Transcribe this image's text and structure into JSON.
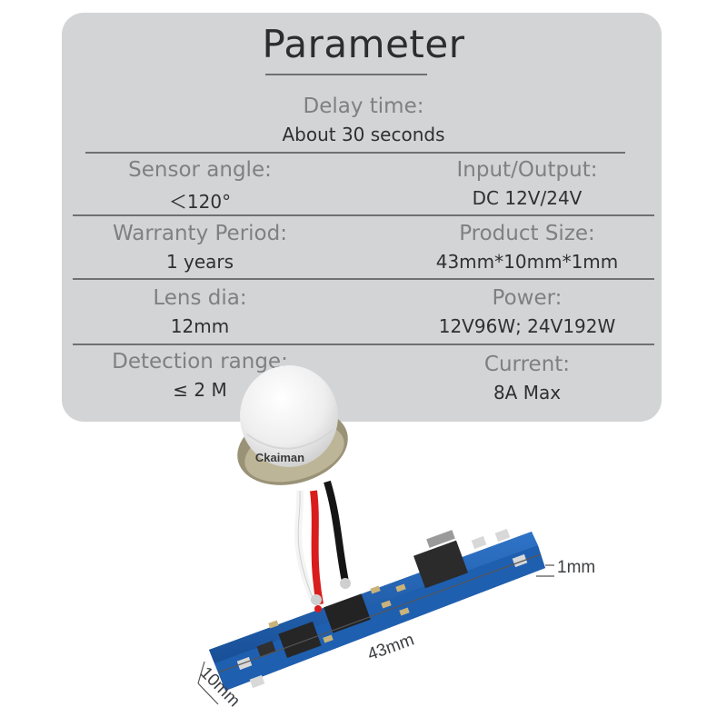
{
  "title": "Parameter",
  "delay": {
    "label": "Delay time:",
    "value": "About 30 seconds"
  },
  "rows": [
    {
      "left": {
        "label": "Sensor angle:",
        "value": "＜120°"
      },
      "right": {
        "label": "Input/Output:",
        "value": "DC 12V/24V"
      }
    },
    {
      "left": {
        "label": "Warranty Period:",
        "value": "1 years"
      },
      "right": {
        "label": "Product Size:",
        "value": "43mm*10mm*1mm"
      }
    },
    {
      "left": {
        "label": "Lens dia:",
        "value": "12mm"
      },
      "right": {
        "label": "Power:",
        "value": "12V96W; 24V192W"
      }
    },
    {
      "left": {
        "label": "Detection range:",
        "value": "≤ 2 M"
      },
      "right": {
        "label": "Current:",
        "value": "8A Max"
      }
    }
  ],
  "product": {
    "brand": "Ckaiman",
    "dim_length": "43mm",
    "dim_width": "10mm",
    "dim_thickness": "1mm"
  },
  "colors": {
    "panel": "#d3d4d5",
    "pcb": "#1f5fb0",
    "lens": "#f1f1f1"
  }
}
